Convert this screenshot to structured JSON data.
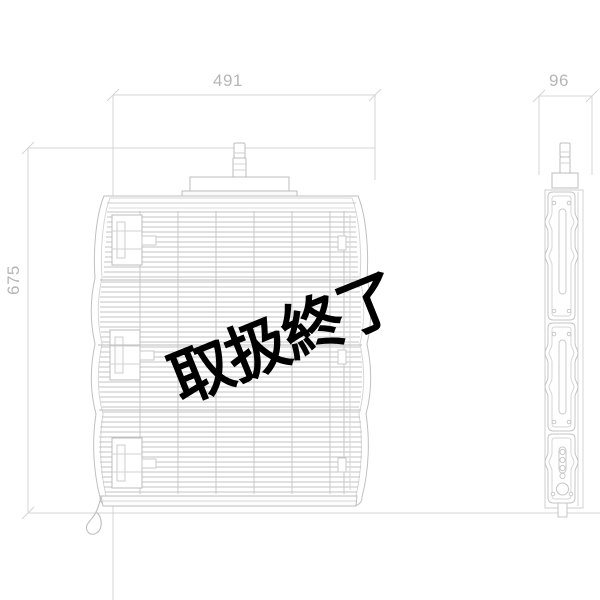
{
  "drawing": {
    "type": "technical-dimension-drawing",
    "subject": "insect-killer-grid-unit",
    "background_color": "#ffffff",
    "line_color": "#c9c9c9",
    "line_color_dark": "#b0b0b0",
    "dimension_color": "#b6b6b6",
    "stamp_color": "#000000",
    "views": [
      {
        "name": "front-view",
        "label": ""
      },
      {
        "name": "side-view",
        "label": ""
      }
    ]
  },
  "dimensions": {
    "width": {
      "value": "491",
      "unit": "mm",
      "orientation": "horizontal",
      "view": "front-view"
    },
    "height": {
      "value": "675",
      "unit": "mm",
      "orientation": "vertical",
      "view": "front-view"
    },
    "depth": {
      "value": "96",
      "unit": "mm",
      "orientation": "horizontal",
      "view": "side-view"
    }
  },
  "overlay": {
    "stamp": {
      "text": "取扱終了",
      "meaning": "discontinued",
      "rotation_deg": -22,
      "color": "#000000"
    }
  },
  "front_view": {
    "grid_rows": 68,
    "vertical_dividers": 7,
    "module_count": 3,
    "has_top_hanger": true,
    "has_power_cord": true
  },
  "side_view": {
    "module_count": 3,
    "has_top_hanger": true,
    "slot_count": 3,
    "small_hole_count": 4,
    "large_hole_count": 1
  }
}
